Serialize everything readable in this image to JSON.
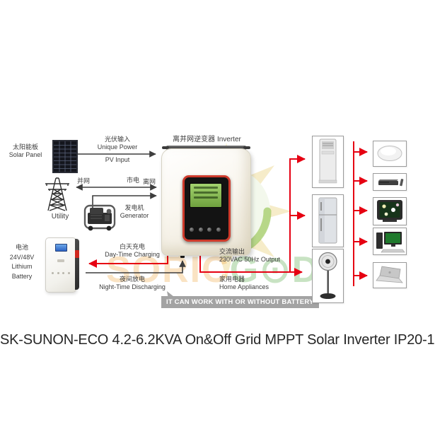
{
  "title": "SK-SUNON-ECO 4.2-6.2KVA On&Off Grid MPPT Solar Inverter IP20-1",
  "colors": {
    "accent_red": "#e60012",
    "line_dark": "#3d3d3d",
    "banner_bg": "#a3a3a3",
    "watermark_orange": "#f0a63c",
    "watermark_green": "#4ca43c"
  },
  "diagram": {
    "solar_panel": {
      "zh": "太阳能板",
      "en": "Solar Panel"
    },
    "pv_input": {
      "zh": "光伏输入",
      "en1": "Unique Power",
      "en2": "PV Input"
    },
    "inverter": {
      "zh": "离并网逆变器",
      "en": "Inverter"
    },
    "grid_labels": {
      "on_grid": "并网",
      "mains": "市电",
      "off_grid": "离网"
    },
    "utility": "Utility",
    "generator": {
      "zh": "发电机",
      "en": "Generator"
    },
    "battery": {
      "line1": "电池",
      "line2": "24V/48V",
      "line3": "Lithium",
      "line4": "Battery"
    },
    "day_charging": {
      "zh": "白天充电",
      "en": "Day-Time Charging"
    },
    "night_discharging": {
      "zh": "夜间放电",
      "en": "Night-Time Discharging"
    },
    "ac_output": {
      "zh": "交流输出",
      "en": "230VAC 50Hz Output"
    },
    "home_appliances": {
      "zh": "家用电器",
      "en": "Home Appliances"
    },
    "banner": "IT CAN WORK WITH OR WITHOUT BATTERY",
    "appliances": [
      "air-conditioner",
      "refrigerator",
      "standing-fan",
      "ceiling-light",
      "dvd-player",
      "television",
      "desktop-computer",
      "laptop"
    ]
  },
  "watermark": {
    "part1": "SORIC",
    "part2": "G⊙D"
  }
}
